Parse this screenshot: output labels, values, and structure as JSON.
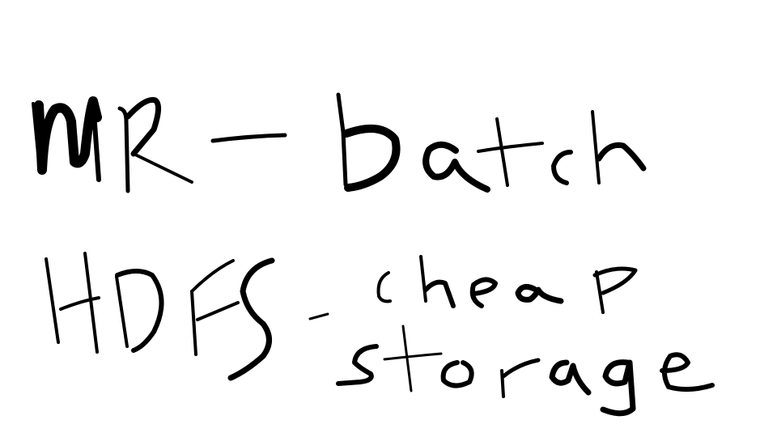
{
  "notes": {
    "line1": {
      "term": "MR",
      "separator": "-",
      "description": "batch"
    },
    "line2": {
      "term": "HDFS",
      "separator": "-",
      "description_line1": "cheap",
      "description_line2": "storage"
    }
  },
  "colors": {
    "ink": "#000000",
    "background": "#ffffff"
  }
}
